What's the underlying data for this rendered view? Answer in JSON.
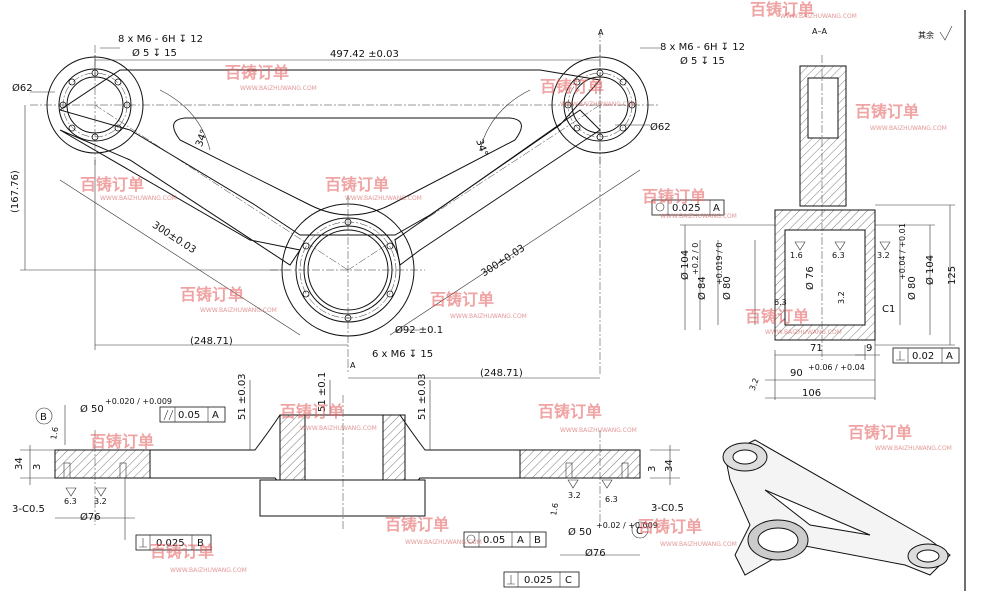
{
  "top_view": {
    "bolt_left_1": "8 x M6 - 6H ↧ 12",
    "bolt_left_2": "Ø 5 ↧ 15",
    "bolt_right_1": "8 x M6 - 6H ↧ 12",
    "bolt_right_2": "Ø 5 ↧ 15",
    "span": "497.42 ±0.03",
    "dia_left": "Ø62",
    "dia_right": "Ø62",
    "angle_left": "34°",
    "angle_right": "34°",
    "height": "(167.76)",
    "arm_left": "300±0.03",
    "arm_right": "300±0.03",
    "offset_left": "(248.71)",
    "offset_right": "(248.71)",
    "center_dia": "Ø92 ±0.1",
    "center_holes": "6 x M6 ↧ 15",
    "section_mark": "A"
  },
  "section_view": {
    "title": "A–A",
    "roughness_other": "其余",
    "fcf_pos_value": "0.025",
    "fcf_pos_ref": "A",
    "r1": "1.6",
    "r2": "6.3",
    "r3": "3.2",
    "r4": "6.3",
    "r5": "3.2",
    "r6": "3.2",
    "d104_left": "Ø 104",
    "d84": "Ø 84",
    "d84_tol": "+0.2 / 0",
    "d80_left": "Ø 80",
    "d80_left_tol": "+0.019 / 0",
    "d76": "Ø 76",
    "d80_right": "Ø 80",
    "d80_right_tol": "+0.04 / +0.01",
    "d104_right": "Ø 104",
    "h125": "125",
    "chamfer": "C1",
    "w71": "71",
    "w9": "9",
    "w90": "90",
    "w90_tol": "+0.06 / +0.04",
    "w106": "106",
    "fcf_perp_value": "0.02",
    "fcf_perp_ref": "A"
  },
  "front_view": {
    "datum_b": "B",
    "bore_dia": "Ø 50",
    "bore_tol": "+0.020 / +0.009",
    "fcf_par_value": "0.05",
    "fcf_par_ref": "A",
    "h51_left": "51 ±0.03",
    "h51_mid": "51 ±0.1",
    "h51_right": "51 ±0.03",
    "h34_left": "34",
    "h3_left": "3",
    "h34_right": "34",
    "h3_right": "3",
    "r16_left": "1.6",
    "r63_left": "6.3",
    "r32_left": "3.2",
    "chamfer_left": "3-C0.5",
    "d76_left": "Ø76",
    "fcf_perp_left_value": "0.025",
    "fcf_perp_left_ref": "B",
    "r16_right": "1.6",
    "r32_right": "3.2",
    "r63_right": "6.3",
    "chamfer_right": "3-C0.5",
    "bore_right": "Ø 50",
    "bore_right_tol": "+0.02 / +0.009",
    "datum_c": "C",
    "fcf_pos_value": "0.05",
    "fcf_pos_ref1": "A",
    "fcf_pos_ref2": "B",
    "d76_right": "Ø76",
    "fcf_perp_right_value": "0.025",
    "fcf_perp_right_ref": "C"
  },
  "watermark": {
    "text": "百铸订单",
    "url": "WWW.BAIZHUWANG.COM"
  }
}
